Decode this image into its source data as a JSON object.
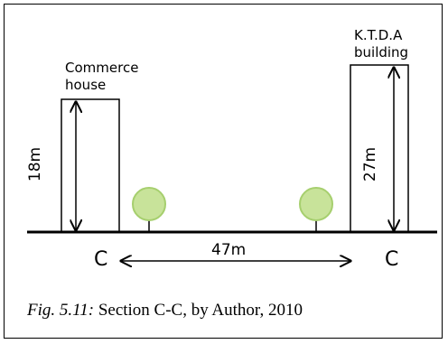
{
  "buildings": {
    "left": {
      "name_line1": "Commerce",
      "name_line2": "house",
      "height_label": "18m"
    },
    "right": {
      "name_line1": "K.T.D.A",
      "name_line2": "building",
      "height_label": "27m"
    }
  },
  "section_markers": {
    "left": "C",
    "right": "C"
  },
  "street_width_label": "47m",
  "caption": {
    "fig_label": "Fig. 5.11:",
    "text": "Section C-C, by Author, 2010"
  },
  "colors": {
    "tree_fill": "#c8e39a",
    "tree_stroke": "#a6cf6e",
    "line": "#000000"
  }
}
